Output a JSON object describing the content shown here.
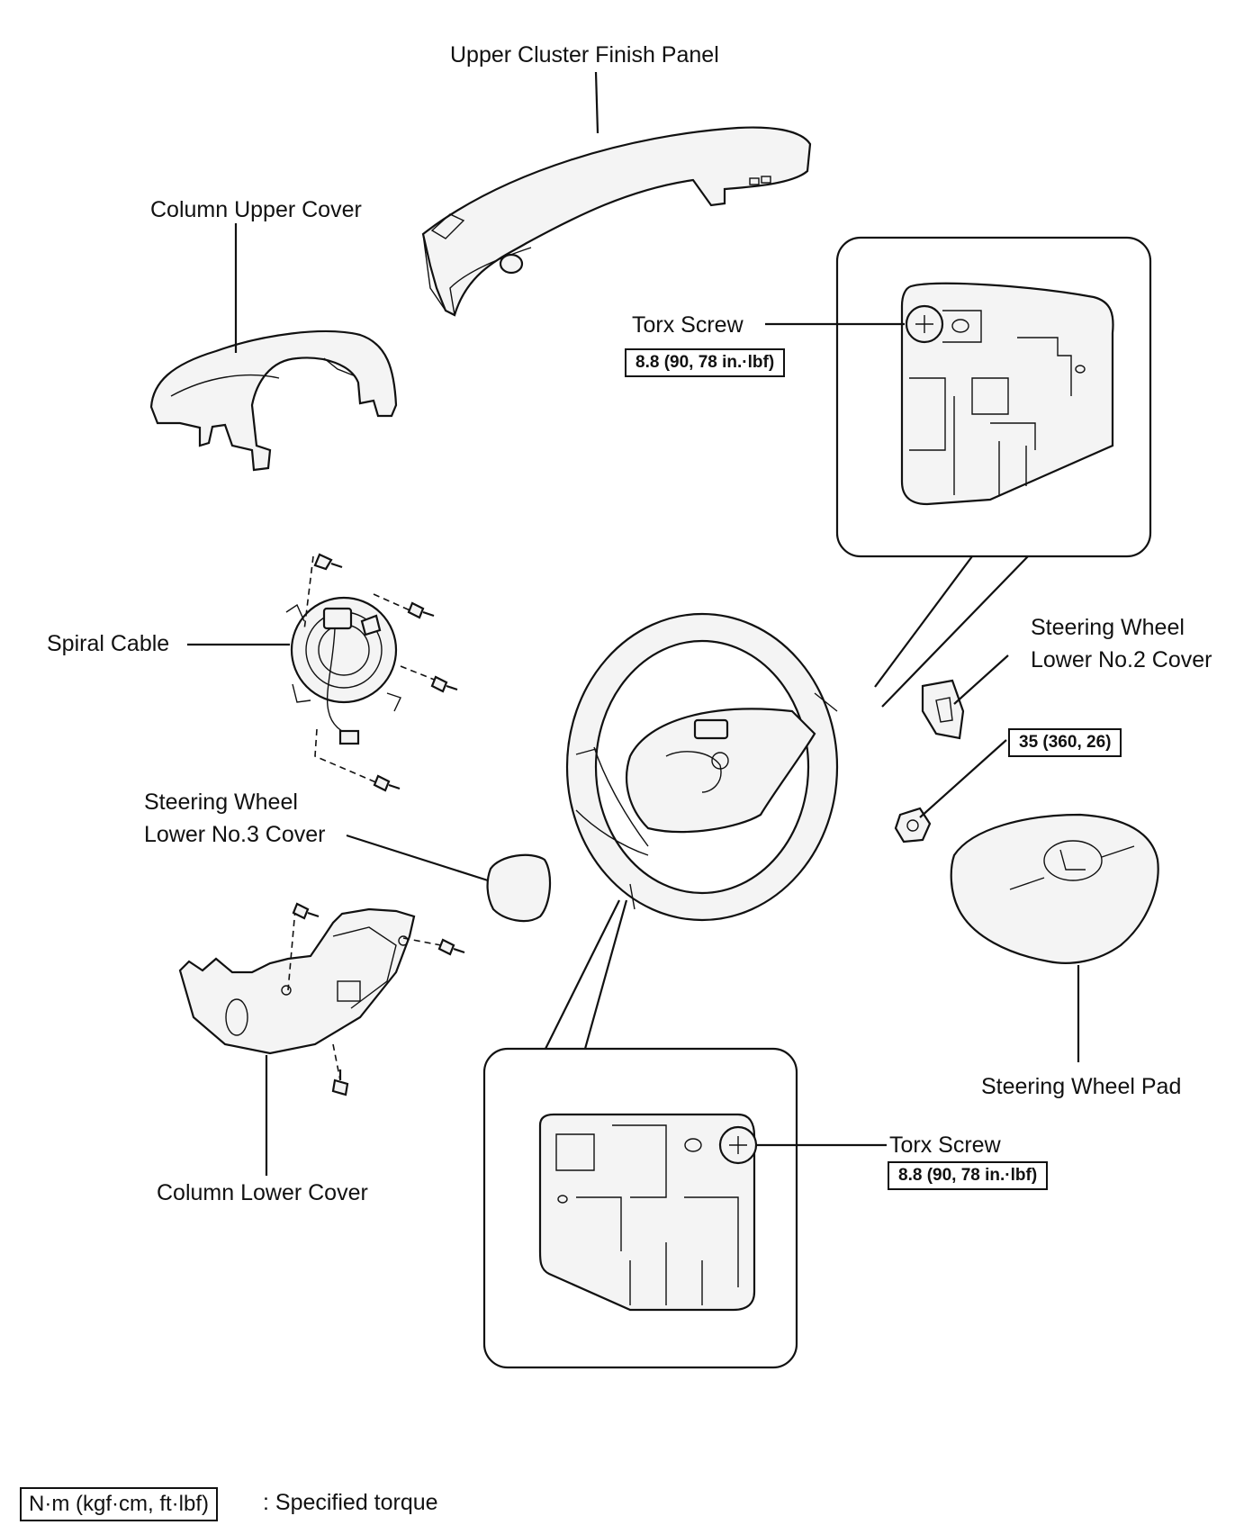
{
  "labels": {
    "upper_cluster_finish_panel": "Upper Cluster Finish Panel",
    "column_upper_cover": "Column Upper Cover",
    "torx_screw_top": "Torx Screw",
    "torx_screw_top_torque": "8.8 (90, 78 in.·lbf)",
    "spiral_cable": "Spiral Cable",
    "steering_wheel_lower_no2_cover_line1": "Steering Wheel",
    "steering_wheel_lower_no2_cover_line2": "Lower No.2 Cover",
    "nut_torque": "35 (360, 26)",
    "steering_wheel_lower_no3_cover_line1": "Steering Wheel",
    "steering_wheel_lower_no3_cover_line2": "Lower No.3 Cover",
    "steering_wheel_pad": "Steering Wheel Pad",
    "torx_screw_bottom": "Torx Screw",
    "torx_screw_bottom_torque": "8.8 (90, 78 in.·lbf)",
    "column_lower_cover": "Column Lower Cover"
  },
  "legend": {
    "unit_box": "N·m (kgf·cm, ft·lbf)",
    "description": ": Specified torque"
  }
}
